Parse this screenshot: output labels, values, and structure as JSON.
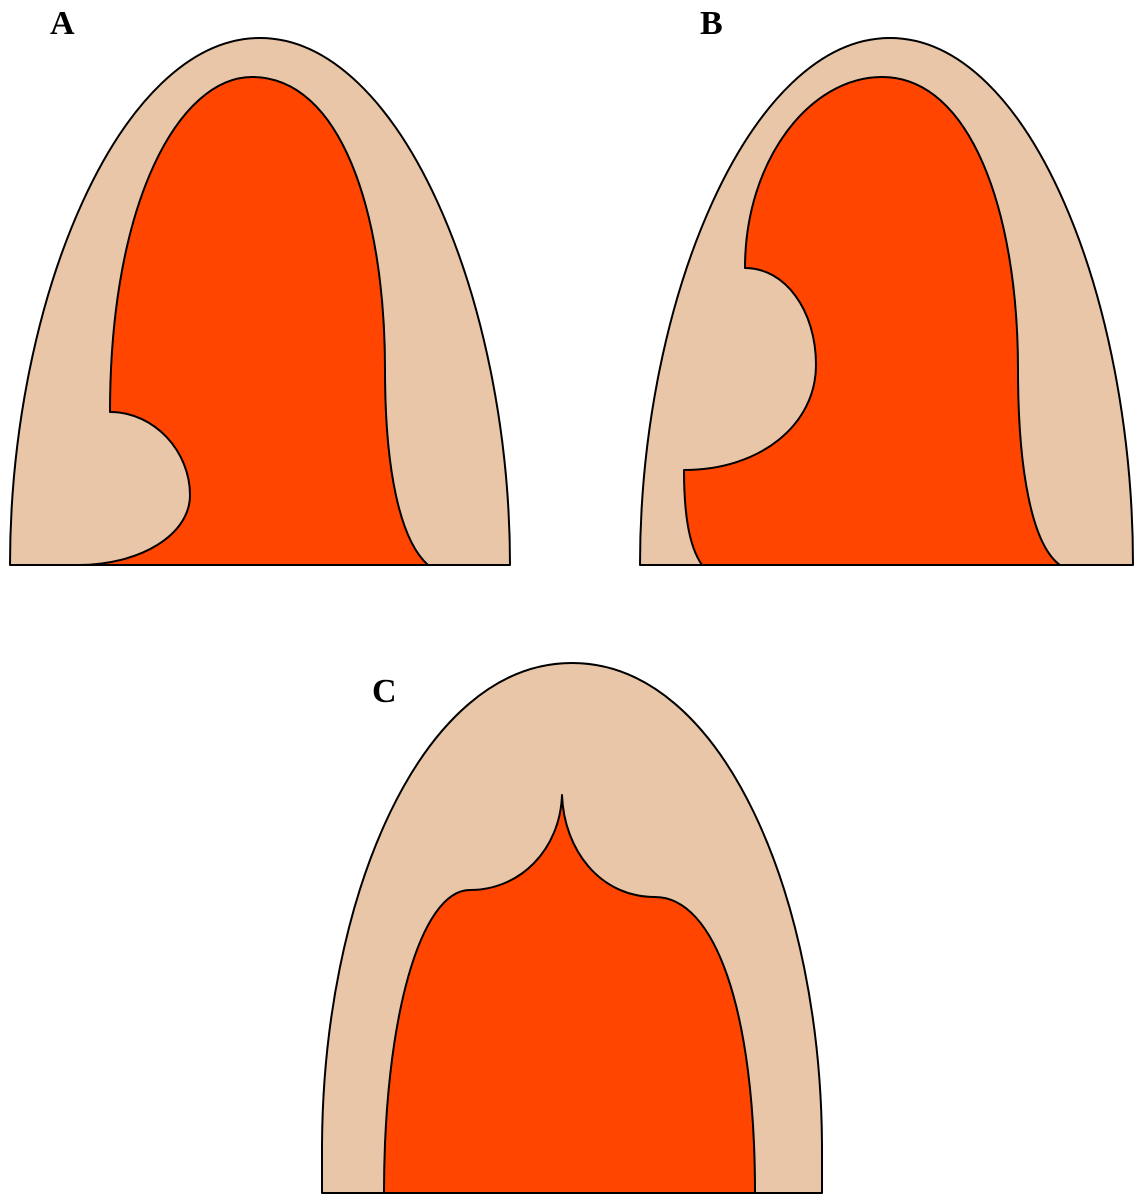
{
  "panels": [
    {
      "label": "A"
    },
    {
      "label": "B"
    },
    {
      "label": "C"
    }
  ],
  "colors": {
    "outer_tissue": "#EAC6A8",
    "inner_tissue": "#FF4500",
    "outline": "#000000",
    "background": "#FFFFFF"
  }
}
